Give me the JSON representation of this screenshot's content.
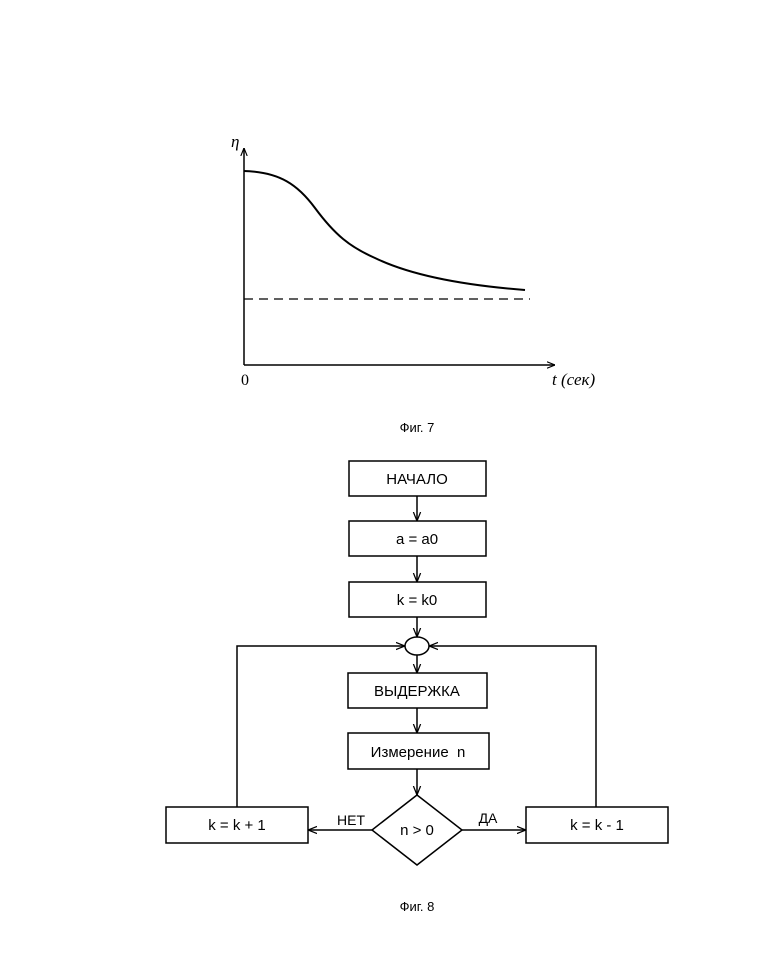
{
  "fig7": {
    "y_axis_label": "η",
    "origin_label": "0",
    "x_axis_label": "t (сек)",
    "caption": "Фиг. 7"
  },
  "fig8": {
    "start": "НАЧАЛО",
    "assign_a": "a = a0",
    "assign_k": "k = k0",
    "delay": "ВЫДЕРЖКА",
    "measure": "Измерение  n",
    "condition": "n > 0",
    "no_label": "НЕТ",
    "yes_label": "ДА",
    "increment": "k = k + 1",
    "decrement": "k = k - 1",
    "caption": "Фиг. 8"
  },
  "colors": {
    "ink": "#000000",
    "background": "#ffffff"
  }
}
